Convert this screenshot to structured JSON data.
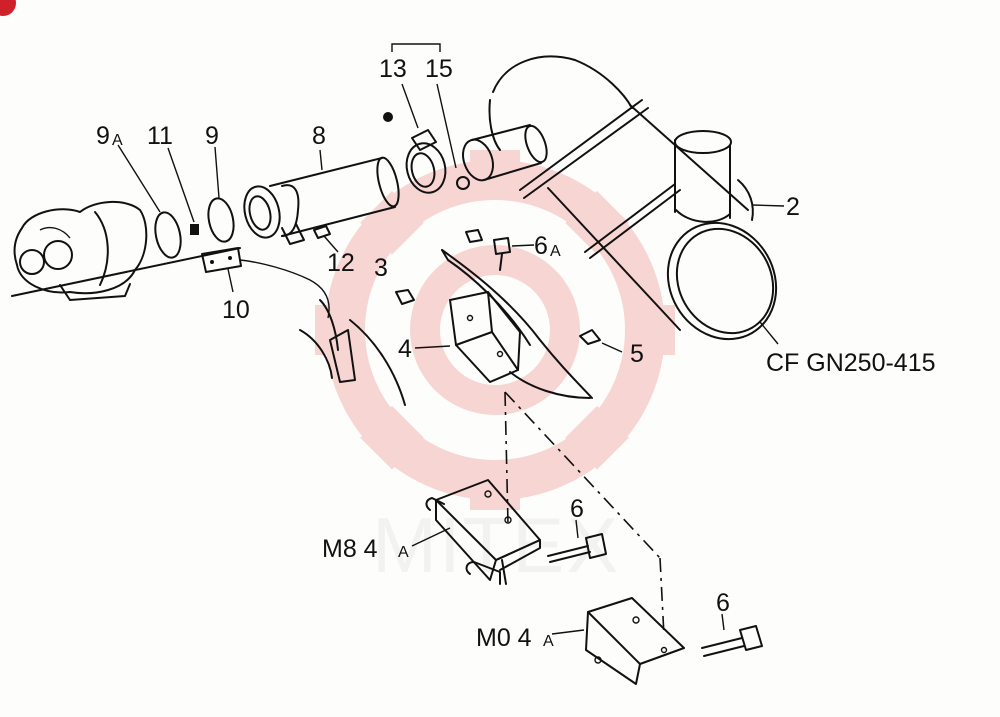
{
  "watermark": {
    "brand_text": "MITEX",
    "color": "#e34a4a"
  },
  "diagram": {
    "labels": {
      "p9a": "9",
      "p9a_sub": "A",
      "p11": "11",
      "p9": "9",
      "p8": "8",
      "p10": "10",
      "p12": "12",
      "p13": "13",
      "p15": "15",
      "p3": "3",
      "p6a": "6",
      "p6a_sub": "A",
      "p4": "4",
      "p5": "5",
      "p2": "2",
      "ref": "CF GN250-415",
      "m8": "M8 4",
      "m8_sub": "A",
      "m10": "M0 4",
      "m10_sub": "A",
      "p6_upper": "6",
      "p6_lower": "6"
    }
  }
}
